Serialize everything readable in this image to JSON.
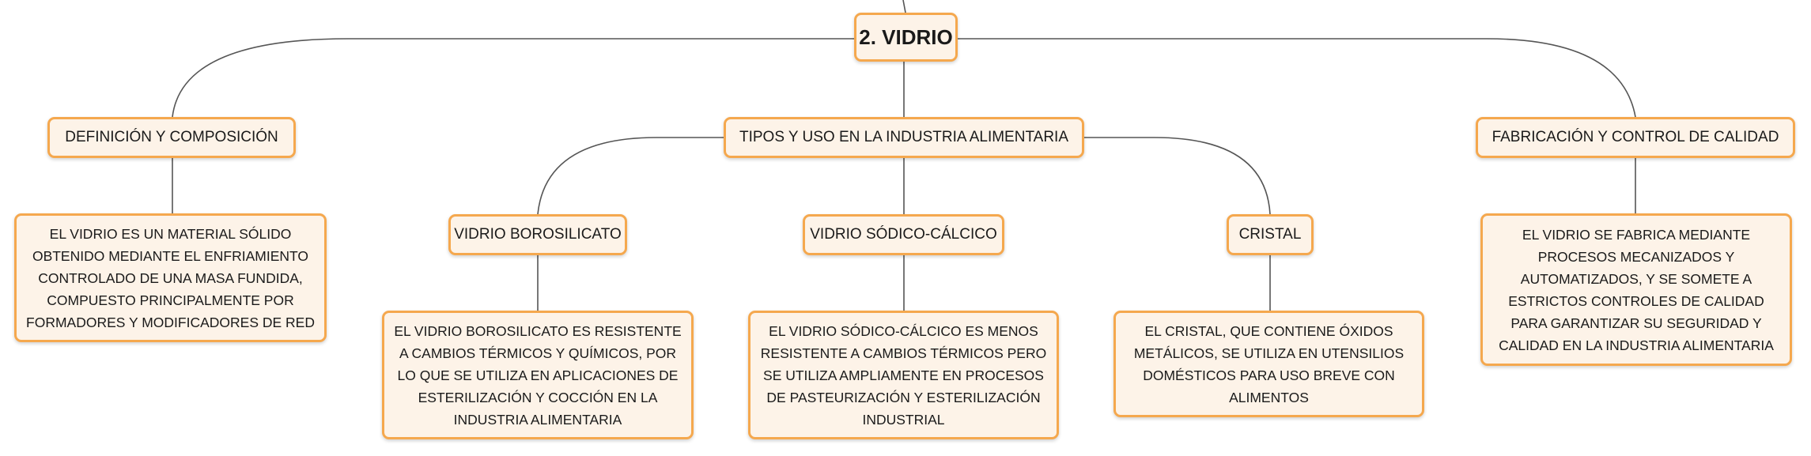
{
  "root": {
    "title": "2. VIDRIO"
  },
  "branches": {
    "definicion": {
      "title": "DEFINICIÓN Y COMPOSICIÓN",
      "description": "EL VIDRIO ES UN MATERIAL SÓLIDO OBTENIDO MEDIANTE EL ENFRIAMIENTO CONTROLADO DE UNA MASA FUNDIDA, COMPUESTO PRINCIPALMENTE POR FORMADORES Y MODIFICADORES DE RED"
    },
    "tipos": {
      "title": "TIPOS Y USO EN LA INDUSTRIA ALIMENTARIA",
      "borosilicato": {
        "title": "VIDRIO BOROSILICATO",
        "description": "EL VIDRIO BOROSILICATO ES RESISTENTE A CAMBIOS TÉRMICOS Y QUÍMICOS, POR LO QUE SE UTILIZA EN APLICACIONES DE ESTERILIZACIÓN Y COCCIÓN EN LA INDUSTRIA ALIMENTARIA"
      },
      "sodico": {
        "title": "VIDRIO SÓDICO-CÁLCICO",
        "description": "EL VIDRIO SÓDICO-CÁLCICO ES MENOS RESISTENTE A CAMBIOS TÉRMICOS PERO SE UTILIZA AMPLIAMENTE EN PROCESOS DE PASTEURIZACIÓN Y ESTERILIZACIÓN INDUSTRIAL"
      },
      "cristal": {
        "title": "CRISTAL",
        "description": "EL CRISTAL, QUE CONTIENE ÓXIDOS METÁLICOS, SE UTILIZA EN UTENSILIOS DOMÉSTICOS PARA USO BREVE CON ALIMENTOS"
      }
    },
    "fabricacion": {
      "title": "FABRICACIÓN Y CONTROL DE CALIDAD",
      "description": "EL VIDRIO SE FABRICA MEDIANTE PROCESOS MECANIZADOS Y AUTOMATIZADOS, Y SE SOMETE A ESTRICTOS CONTROLES DE CALIDAD PARA GARANTIZAR SU SEGURIDAD Y CALIDAD EN LA INDUSTRIA ALIMENTARIA"
    }
  },
  "colors": {
    "node_border": "#f5a84e",
    "node_fill": "#fdf3e8",
    "connector": "#555555"
  }
}
